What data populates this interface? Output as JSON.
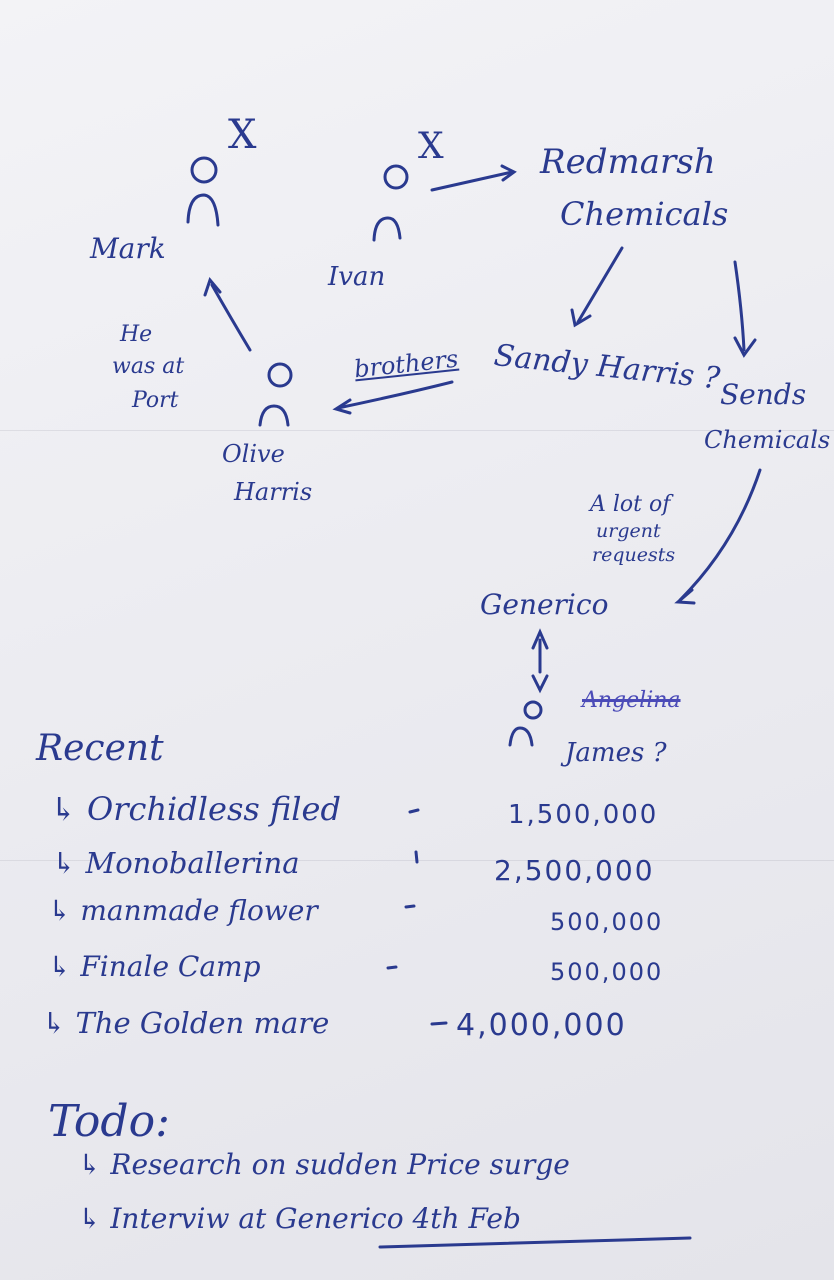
{
  "people": {
    "mark": {
      "name": "Mark",
      "mark": "X"
    },
    "ivan": {
      "name": "Ivan",
      "mark": "X"
    },
    "olive": {
      "name_first": "Olive",
      "name_last": "Harris"
    },
    "sandy": {
      "name": "Sandy Harris ?"
    },
    "james": {
      "crossed": "Angelina",
      "name": "James ?"
    }
  },
  "notes": {
    "port_note": [
      "He",
      "was at",
      "Port"
    ],
    "brothers": "brothers",
    "company": [
      "Redmarsh",
      "Chemicals"
    ],
    "sends": [
      "Sends",
      "Chemicals"
    ],
    "urgent": [
      "A lot of",
      "urgent",
      "requests"
    ],
    "generico": "Generico"
  },
  "recent": {
    "heading": "Recent",
    "items": [
      {
        "title": "Orchidless filed",
        "value": "1,500,000"
      },
      {
        "title": "Monoballerina",
        "value": "2,500,000"
      },
      {
        "title": "manmade flower",
        "value": "500,000"
      },
      {
        "title": "Finale Camp",
        "value": "500,000"
      },
      {
        "title": "The Golden mare",
        "value": "4,000,000"
      }
    ]
  },
  "todo": {
    "heading": "Todo:",
    "items": [
      {
        "text": "Research on sudden Price surge"
      },
      {
        "text": "Interviw at Generico 4th Feb"
      }
    ]
  }
}
